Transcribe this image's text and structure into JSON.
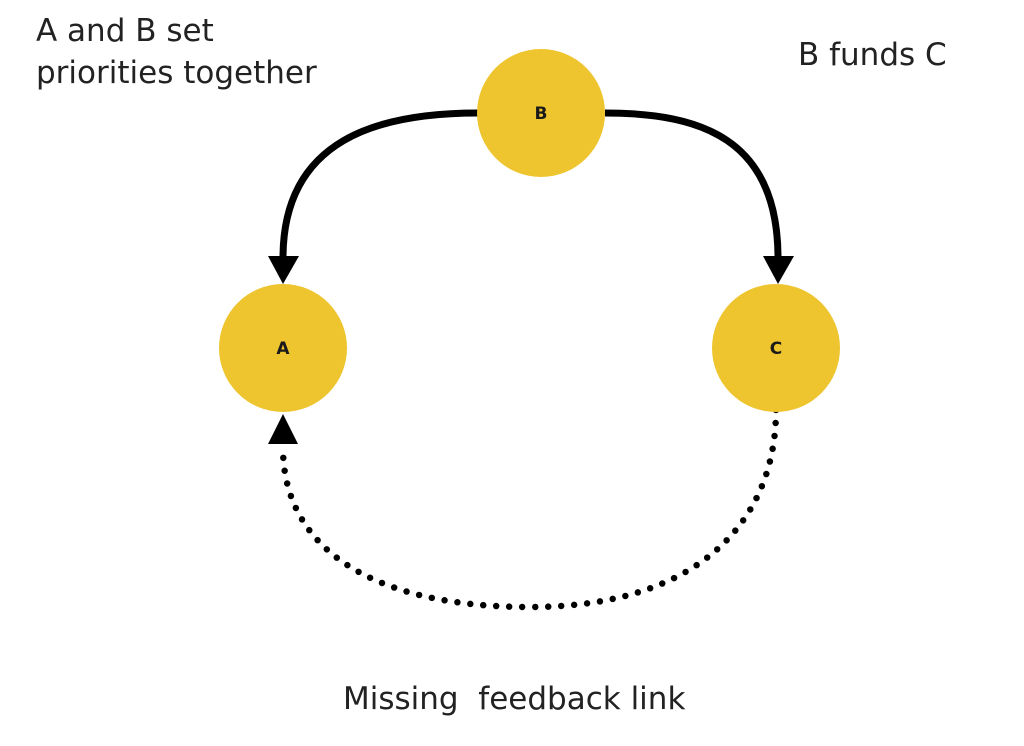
{
  "labels": {
    "ab_line1": "A and B set",
    "ab_line2": "priorities together",
    "b_funds_c": "B funds C",
    "missing_link": "Missing  feedback link"
  },
  "nodes": [
    {
      "id": "a",
      "label": "A"
    },
    {
      "id": "b",
      "label": "B"
    },
    {
      "id": "c",
      "label": "C"
    }
  ],
  "edges": [
    {
      "from": "B",
      "to": "A",
      "style": "solid"
    },
    {
      "from": "B",
      "to": "C",
      "style": "solid"
    },
    {
      "from": "C",
      "to": "A",
      "style": "dotted"
    }
  ],
  "colors": {
    "node_fill": "#EEC52F",
    "arrow": "#000000"
  }
}
